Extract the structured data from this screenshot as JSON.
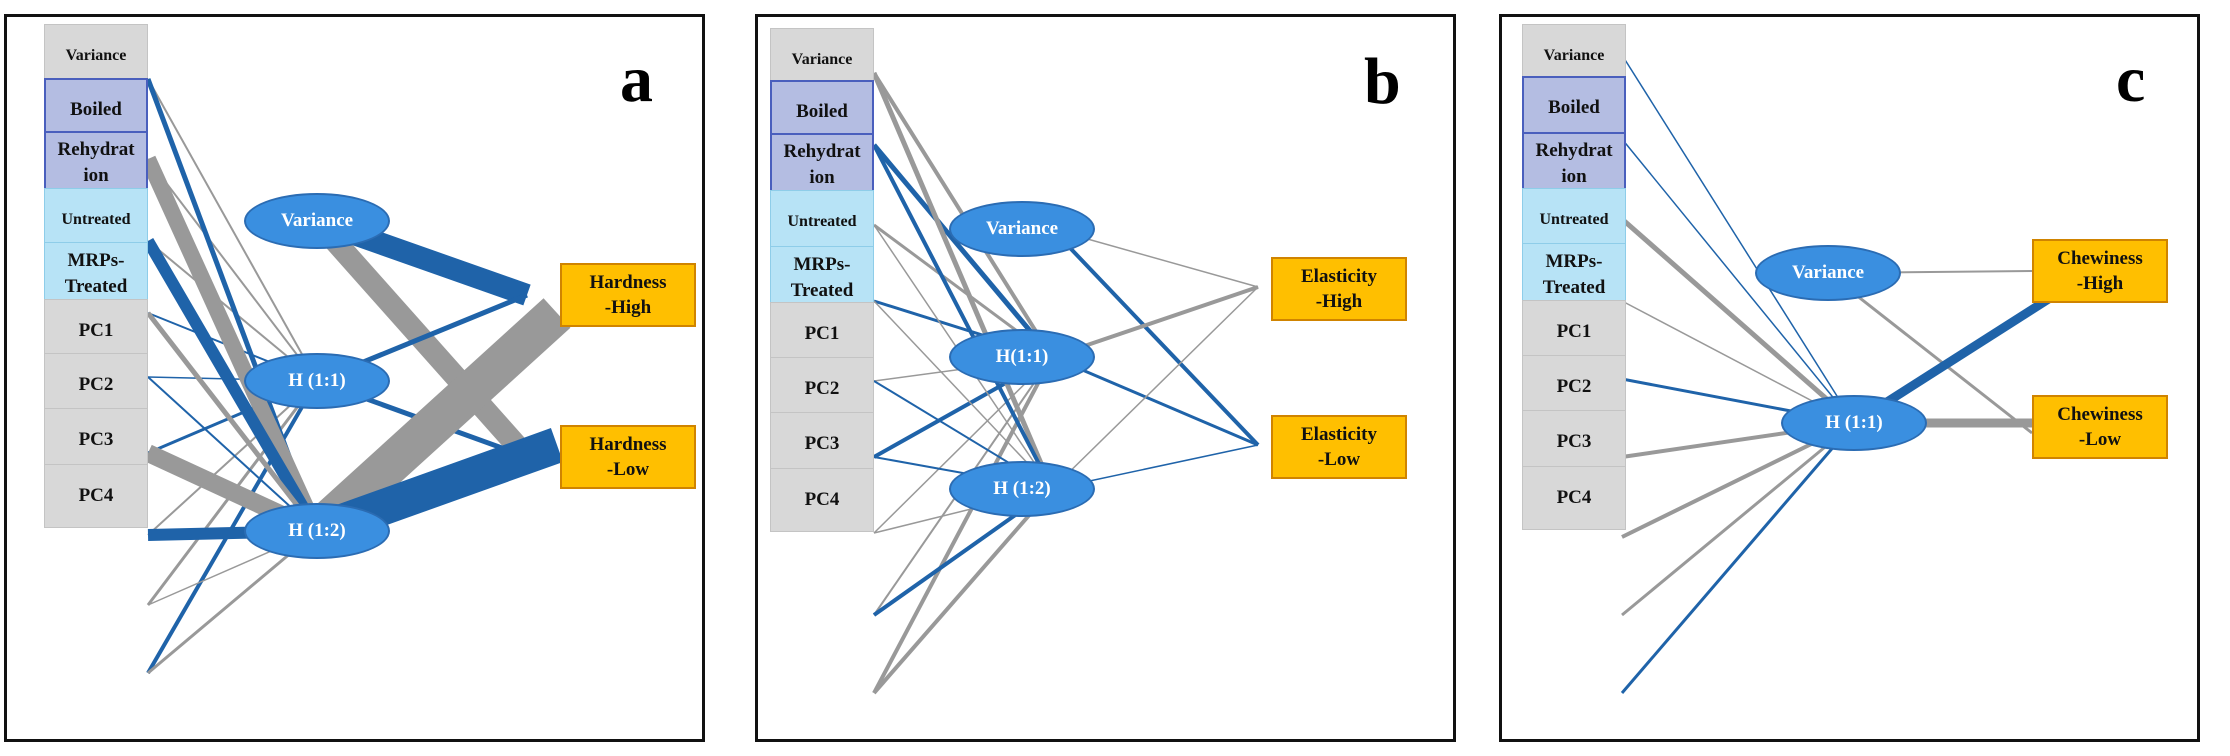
{
  "colors": {
    "positive_weight": "#1f63a9",
    "negative_weight": "#999999",
    "hidden_node": "#3a8fe0",
    "output_node": "#ffbf00"
  },
  "panels": [
    {
      "label": "a",
      "inputs": [
        {
          "label": "Variance",
          "type": "gray"
        },
        {
          "label": "Boiled",
          "type": "purple"
        },
        {
          "label": "Rehydrat\nion",
          "type": "purple"
        },
        {
          "label": "Untreated",
          "type": "cyan"
        },
        {
          "label": "MRPs-\nTreated",
          "type": "cyan"
        },
        {
          "label": "PC1",
          "type": "gray"
        },
        {
          "label": "PC2",
          "type": "gray"
        },
        {
          "label": "PC3",
          "type": "gray"
        },
        {
          "label": "PC4",
          "type": "gray"
        }
      ],
      "hidden": [
        "Variance",
        "H (1:1)",
        "H (1:2)"
      ],
      "outputs": [
        "Hardness\n-High",
        "Hardness\n-Low"
      ]
    },
    {
      "label": "b",
      "inputs": [
        {
          "label": "Variance",
          "type": "gray"
        },
        {
          "label": "Boiled",
          "type": "purple"
        },
        {
          "label": "Rehydrat\nion",
          "type": "purple"
        },
        {
          "label": "Untreated",
          "type": "cyan"
        },
        {
          "label": "MRPs-\nTreated",
          "type": "cyan"
        },
        {
          "label": "PC1",
          "type": "gray"
        },
        {
          "label": "PC2",
          "type": "gray"
        },
        {
          "label": "PC3",
          "type": "gray"
        },
        {
          "label": "PC4",
          "type": "gray"
        }
      ],
      "hidden": [
        "Variance",
        "H(1:1)",
        "H (1:2)"
      ],
      "outputs": [
        "Elasticity\n-High",
        "Elasticity\n-Low"
      ]
    },
    {
      "label": "c",
      "inputs": [
        {
          "label": "Variance",
          "type": "gray"
        },
        {
          "label": "Boiled",
          "type": "purple"
        },
        {
          "label": "Rehydrat\nion",
          "type": "purple"
        },
        {
          "label": "Untreated",
          "type": "cyan"
        },
        {
          "label": "MRPs-\nTreated",
          "type": "cyan"
        },
        {
          "label": "PC1",
          "type": "gray"
        },
        {
          "label": "PC2",
          "type": "gray"
        },
        {
          "label": "PC3",
          "type": "gray"
        },
        {
          "label": "PC4",
          "type": "gray"
        }
      ],
      "hidden": [
        "Variance",
        "H (1:1)"
      ],
      "outputs": [
        "Chewiness\n-High",
        "Chewiness\n-Low"
      ]
    }
  ]
}
